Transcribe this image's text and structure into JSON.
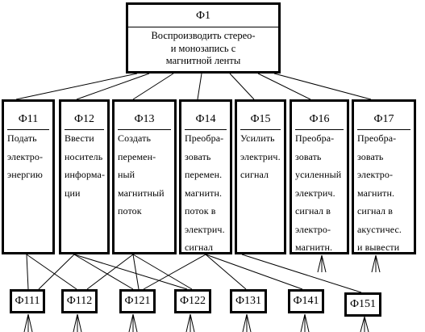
{
  "root": {
    "code": "Ф1",
    "lines": [
      "Воспроизводить стерео-",
      "и монозапись с",
      "магнитной ленты"
    ]
  },
  "functions": [
    {
      "code": "Ф11",
      "lines": [
        "Подать",
        "электро-",
        "энергию"
      ]
    },
    {
      "code": "Ф12",
      "lines": [
        "Ввести",
        "носитель",
        "информа-",
        "ции"
      ]
    },
    {
      "code": "Ф13",
      "lines": [
        "Создать",
        "перемен-",
        "ный",
        "магнитный",
        "поток"
      ]
    },
    {
      "code": "Ф14",
      "lines": [
        "Преобра-",
        "зовать",
        "перемен.",
        "магнитн.",
        "поток в",
        "электрич.",
        "сигнал"
      ]
    },
    {
      "code": "Ф15",
      "lines": [
        "Усилить",
        "электрич.",
        "сигнал"
      ]
    },
    {
      "code": "Ф16",
      "lines": [
        "Преобра-",
        "зовать",
        "усиленный",
        "электрич.",
        "сигнал в",
        "электро-",
        "магнитн."
      ]
    },
    {
      "code": "Ф17",
      "lines": [
        "Преобра-",
        "зовать",
        "электро-",
        "магнитн.",
        "сигнал в",
        "акустичес.",
        "и  вывести"
      ]
    }
  ],
  "leaves": [
    {
      "code": "Ф111"
    },
    {
      "code": "Ф112"
    },
    {
      "code": "Ф121"
    },
    {
      "code": "Ф122"
    },
    {
      "code": "Ф131"
    },
    {
      "code": "Ф141"
    },
    {
      "code": "Ф151"
    }
  ]
}
